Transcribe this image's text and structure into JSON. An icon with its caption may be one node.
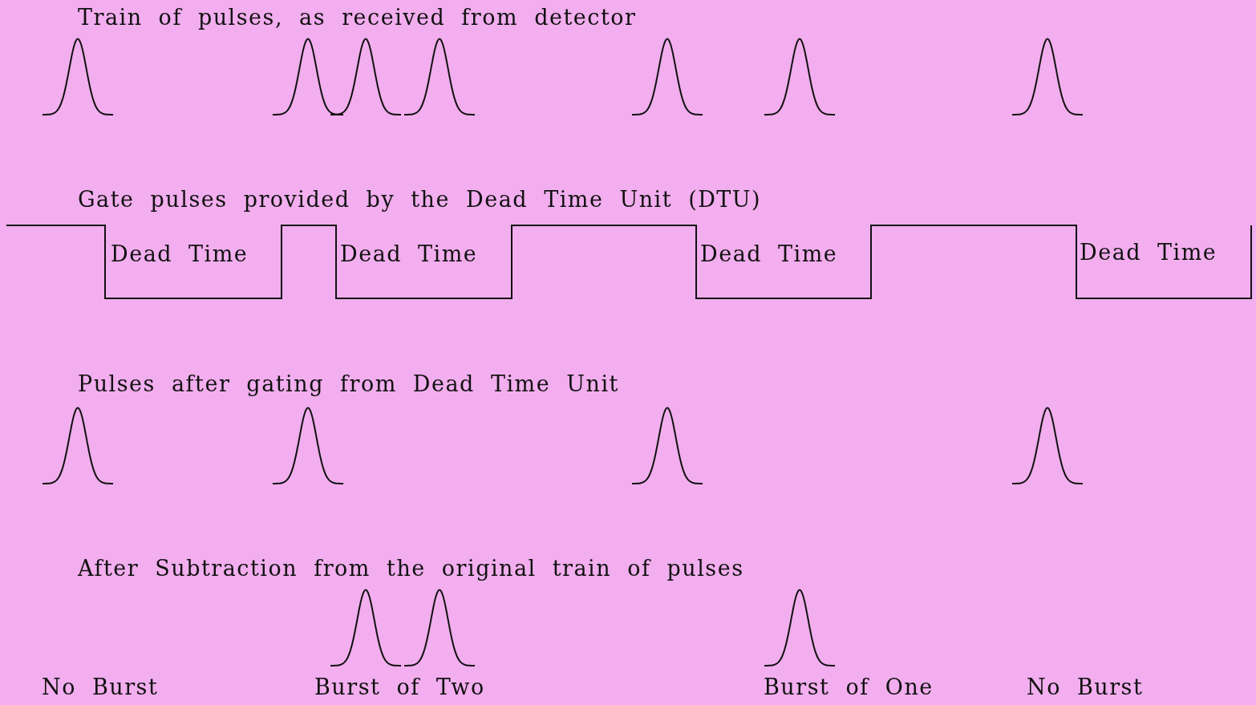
{
  "diagram": {
    "labels": [
      "Train of pulses, as received from detector",
      "Gate pulses provided by the Dead Time Unit (DTU)",
      "Dead Time",
      "Dead Time",
      "Dead Time",
      "Dead Time",
      "Pulses after gating from Dead Time Unit",
      "After Subtraction from the original train of pulses",
      "No Burst",
      "Burst of Two",
      "Burst of One",
      "No Burst"
    ]
  }
}
